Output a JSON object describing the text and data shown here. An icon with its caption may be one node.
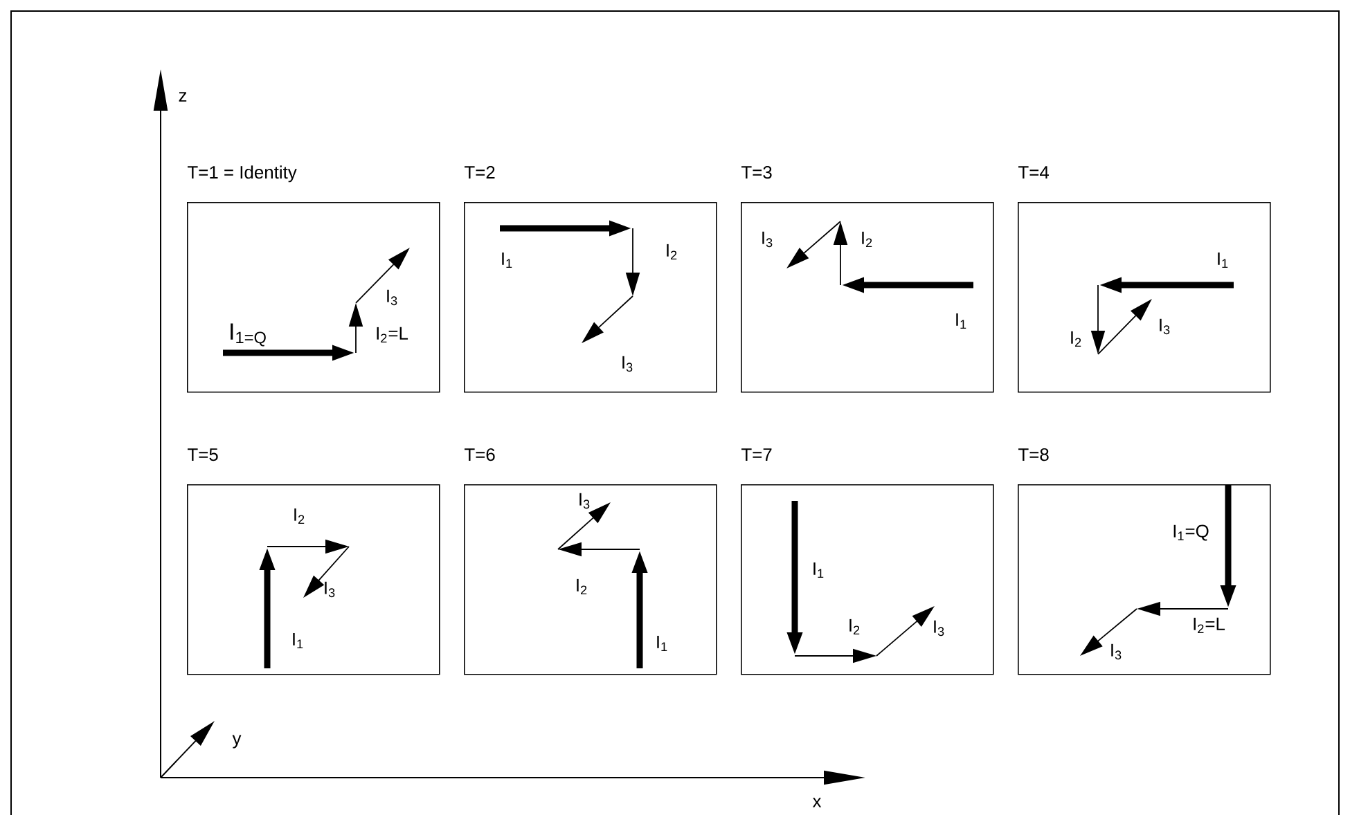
{
  "diagram": {
    "nodes": [
      {
        "text": [
          "T=1 = Identity",
          "I$_{1=Q}$",
          "I$_{2}$=L",
          "I$_{3}$"
        ]
      },
      {
        "text": [
          "T=2",
          "I$_{1}$",
          "I$_{2}$",
          "I$_{3}$"
        ]
      },
      {
        "text": [
          "T=3",
          "I$_{1}$",
          "I$_{2}$",
          "I$_{3}$"
        ]
      },
      {
        "text": [
          "T=4",
          "I$_{1}$",
          "I$_{2}$",
          "I$_{3}$"
        ]
      },
      {
        "text": [
          "T=5",
          "I$_{1}$",
          "I$_{2}$",
          "I$_{3}$"
        ]
      },
      {
        "text": [
          "T=6",
          "I$_{1}$",
          "I$_{2}$",
          "I$_{3}$"
        ]
      },
      {
        "text": [
          "T=7",
          "I$_{1}$",
          "I$_{2}$",
          "I$_{3}$"
        ]
      },
      {
        "text": [
          "T=8",
          "I$_{1}$=Q",
          "I$_{2}$=L",
          "I$_{3}$"
        ]
      }
    ],
    "labels": [
      "z",
      "y",
      "x"
    ]
  }
}
